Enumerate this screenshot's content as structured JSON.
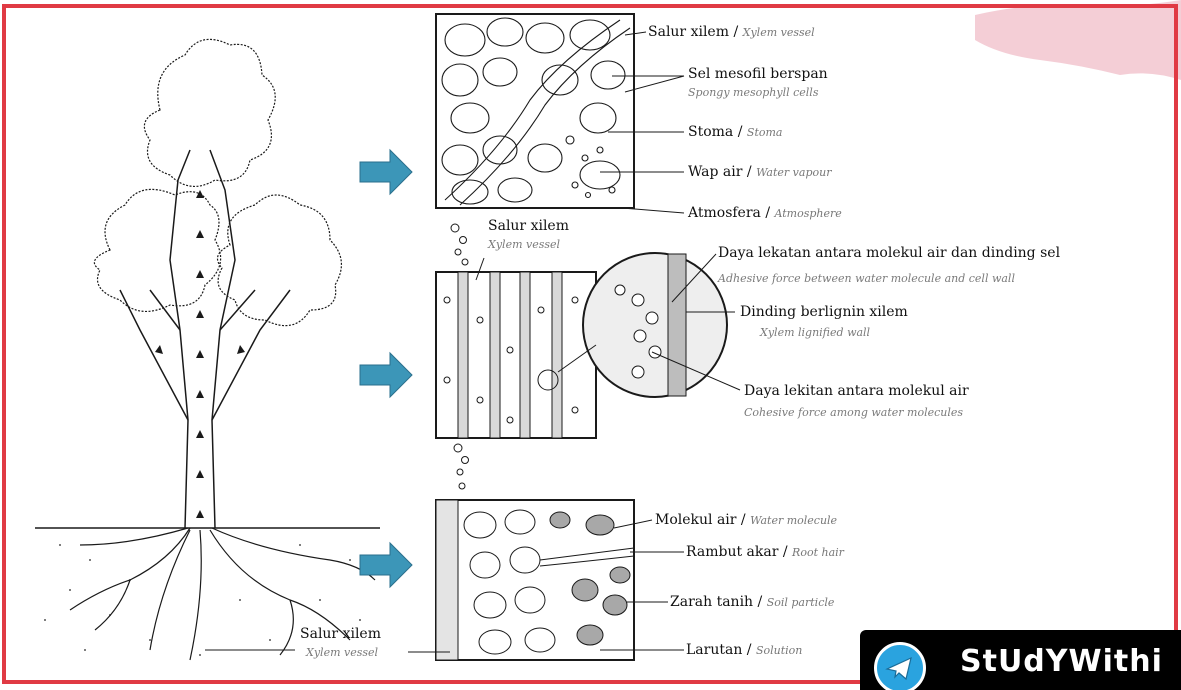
{
  "labels": {
    "xylem_vessel_top": {
      "ms": "Salur xilem",
      "en": "Xylem vessel"
    },
    "spongy_mesophyll": {
      "ms": "Sel mesofil berspan",
      "en": "Spongy mesophyll cells"
    },
    "stoma": {
      "ms": "Stoma",
      "en": "Stoma"
    },
    "water_vapour": {
      "ms": "Wap air",
      "en": "Water vapour"
    },
    "atmosphere": {
      "ms": "Atmosfera",
      "en": "Atmosphere"
    },
    "xylem_vessel_mid": {
      "ms": "Salur xilem",
      "en": "Xylem vessel"
    },
    "adhesive_force": {
      "ms": "Daya lekatan antara molekul air dan dinding sel",
      "en": "Adhesive force between water molecule and cell wall"
    },
    "lignified_wall": {
      "ms": "Dinding berlignin xilem",
      "en": "Xylem lignified wall"
    },
    "cohesive_force": {
      "ms": "Daya lekitan antara molekul air",
      "en": "Cohesive force among water molecules"
    },
    "water_molecule": {
      "ms": "Molekul air",
      "en": "Water molecule"
    },
    "root_hair": {
      "ms": "Rambut akar",
      "en": "Root hair"
    },
    "soil_particle": {
      "ms": "Zarah tanih",
      "en": "Soil particle"
    },
    "solution": {
      "ms": "Larutan",
      "en": "Solution"
    },
    "xylem_vessel_bottom": {
      "ms": "Salur xilem",
      "en": "Xylem vessel"
    }
  },
  "separator": " / ",
  "watermark": {
    "text": "StUdYWithi",
    "icon": "telegram-icon"
  },
  "colors": {
    "frame": "#e03a44",
    "arrow": "#3c96b8",
    "ink": "#1a1a1a"
  }
}
